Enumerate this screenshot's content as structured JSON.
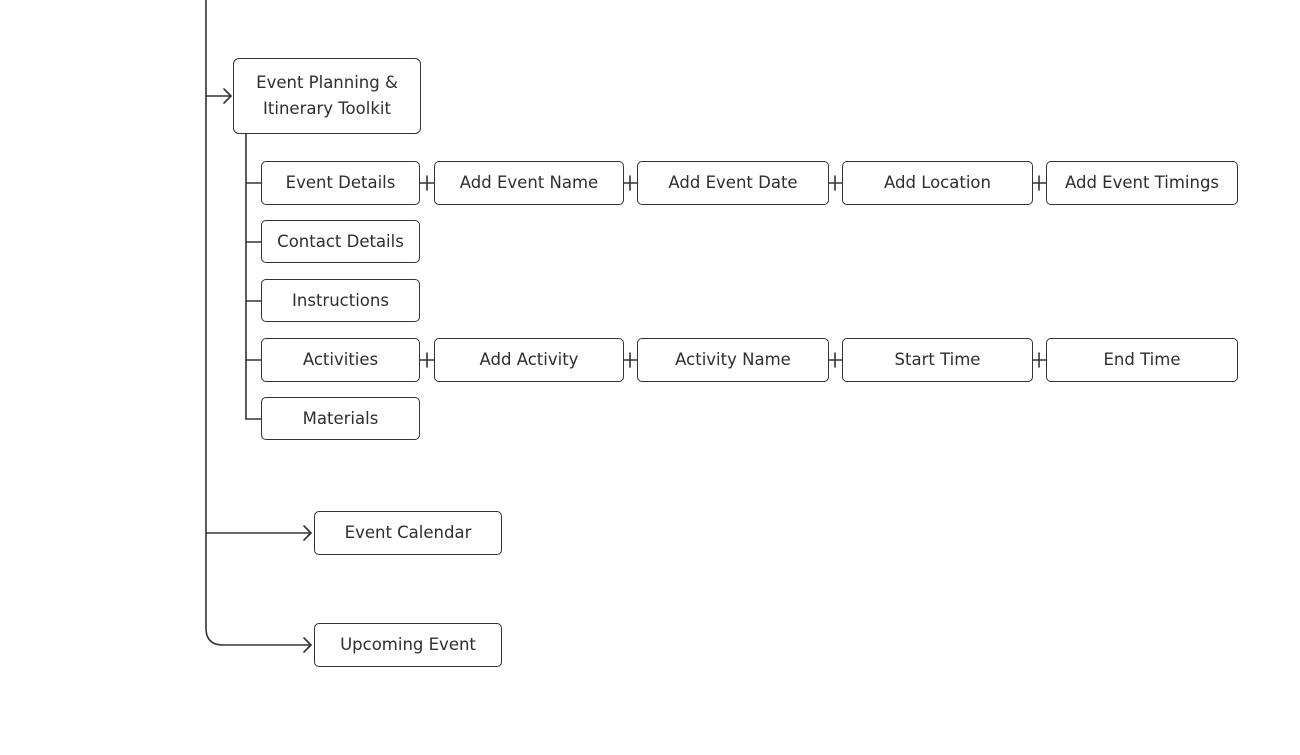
{
  "diagram": {
    "root": {
      "label_line1": "Event Planning &",
      "label_line2": "Itinerary Toolkit"
    },
    "sections": {
      "event_details": "Event Details",
      "contact_details": "Contact Details",
      "instructions": "Instructions",
      "activities": "Activities",
      "materials": "Materials"
    },
    "event_details_steps": [
      "Add Event Name",
      "Add Event Date",
      "Add Location",
      "Add Event Timings"
    ],
    "activities_steps": [
      "Add Activity",
      "Activity Name",
      "Start Time",
      "End Time"
    ],
    "branches": {
      "event_calendar": "Event Calendar",
      "upcoming_event": "Upcoming Event"
    },
    "colors": {
      "stroke": "#333333",
      "text": "#2e2e2e",
      "background": "#ffffff"
    }
  }
}
